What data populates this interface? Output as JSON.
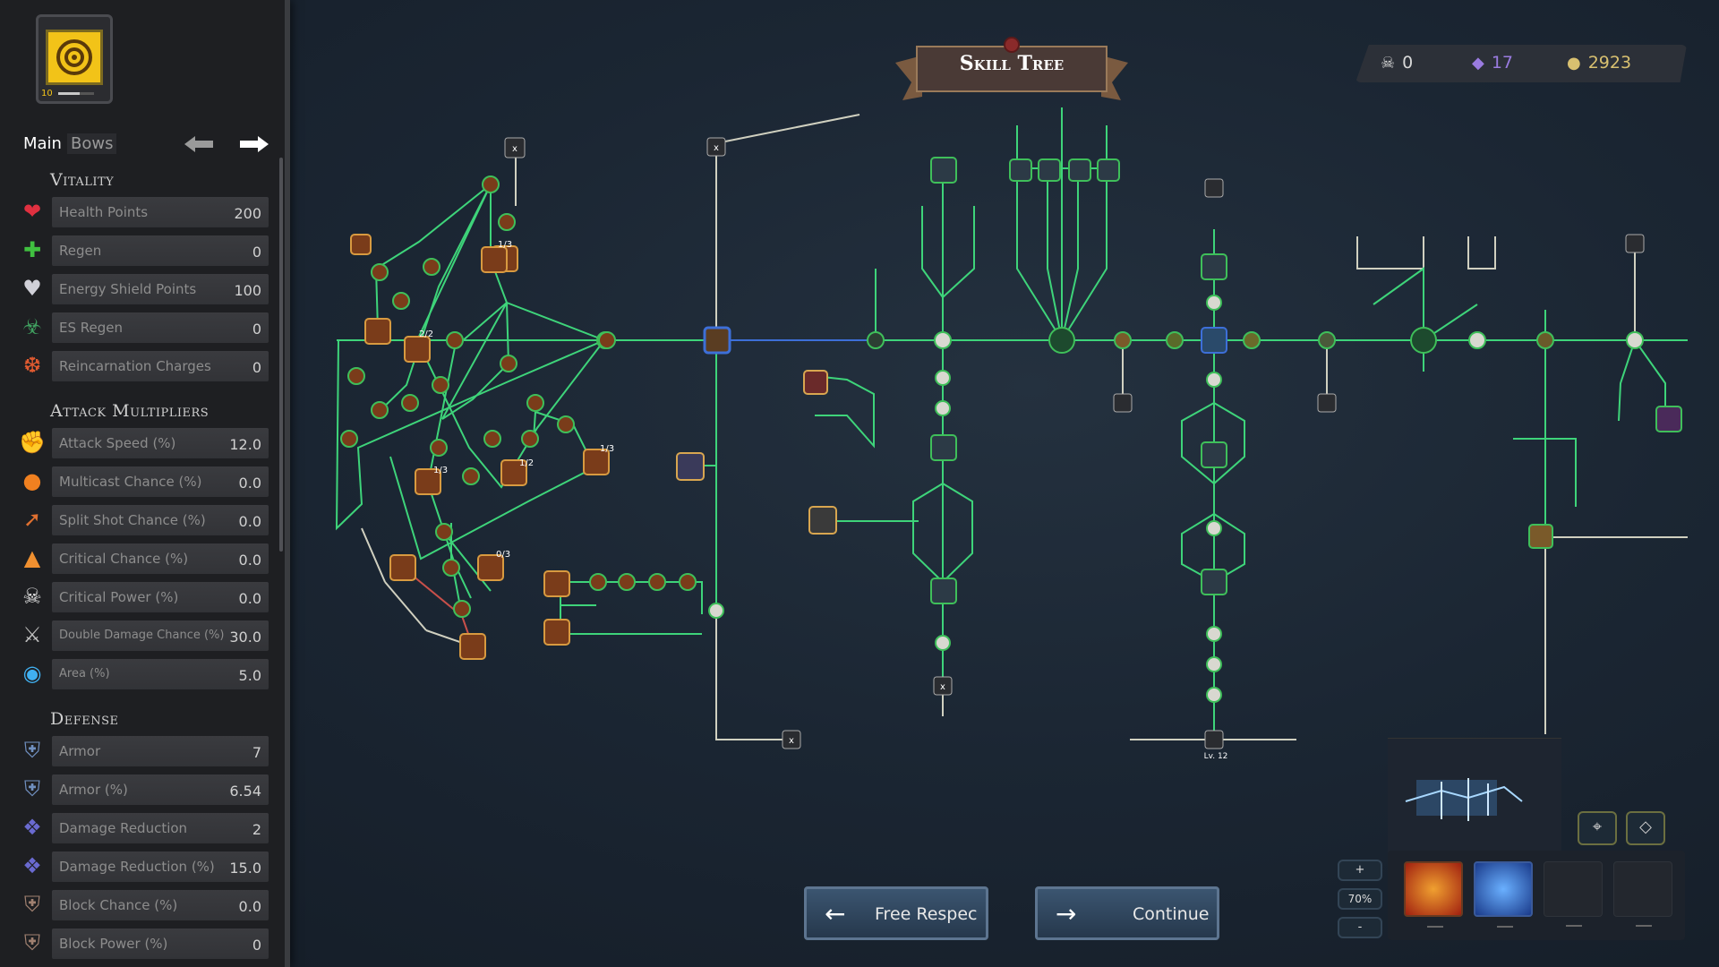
{
  "header": {
    "title": "Skill Tree"
  },
  "currency": [
    {
      "icon": "skull-icon",
      "value": "0",
      "color": "#d8d8d8"
    },
    {
      "icon": "crystal-icon",
      "value": "17",
      "color": "#9a7be0"
    },
    {
      "icon": "gold-icon",
      "value": "2923",
      "color": "#d8c070"
    }
  ],
  "sidebar": {
    "level": "10",
    "tabs": [
      {
        "label": "Main"
      },
      {
        "label": "Bows"
      }
    ],
    "sections": {
      "vitality": "Vitality",
      "attack": "Attack Multipliers",
      "defense": "Defense"
    },
    "vitality": [
      {
        "label": "Health Points",
        "value": "200",
        "icon": "heart-icon"
      },
      {
        "label": "Regen",
        "value": "0",
        "icon": "plus-icon"
      },
      {
        "label": "Energy Shield Points",
        "value": "100",
        "icon": "energy-shield-icon"
      },
      {
        "label": "ES Regen",
        "value": "0",
        "icon": "es-regen-icon"
      },
      {
        "label": "Reincarnation Charges",
        "value": "0",
        "icon": "phoenix-icon"
      }
    ],
    "attack": [
      {
        "label": "Attack Speed (%)",
        "value": "12.0",
        "icon": "fist-icon"
      },
      {
        "label": "Multicast Chance (%)",
        "value": "0.0",
        "icon": "fireballs-icon"
      },
      {
        "label": "Split Shot Chance (%)",
        "value": "0.0",
        "icon": "arrows-icon"
      },
      {
        "label": "Critical Chance (%)",
        "value": "0.0",
        "icon": "cone-icon"
      },
      {
        "label": "Critical Power (%)",
        "value": "0.0",
        "icon": "skull-icon"
      },
      {
        "label": "Double Damage Chance (%)",
        "value": "30.0",
        "icon": "crossed-swords-icon"
      },
      {
        "label": "Area (%)",
        "value": "5.0",
        "icon": "area-icon"
      }
    ],
    "defense": [
      {
        "label": "Armor",
        "value": "7",
        "icon": "armor-icon"
      },
      {
        "label": "Armor (%)",
        "value": "6.54",
        "icon": "armor-percent-icon"
      },
      {
        "label": "Damage Reduction",
        "value": "2",
        "icon": "damage-reduction-icon"
      },
      {
        "label": "Damage Reduction (%)",
        "value": "15.0",
        "icon": "damage-reduction-percent-icon"
      },
      {
        "label": "Block Chance (%)",
        "value": "0.0",
        "icon": "shield-block-icon"
      },
      {
        "label": "Block Power (%)",
        "value": "0",
        "icon": "block-power-icon"
      }
    ]
  },
  "tree": {
    "badges": [
      "2/2",
      "1/3",
      "1/3",
      "1/2",
      "1/3",
      "0/3"
    ],
    "lock_level": "Lv. 12",
    "node_colors": {
      "green": "#3fbf5a",
      "active_border": "#d8a650",
      "line": "#3ed47a",
      "neutral_line": "#d0d0c0",
      "blue_line": "#3d6fd8",
      "red_line": "#c8504a"
    }
  },
  "actions": {
    "respec_label": "Free Respec",
    "continue_label": "Continue"
  },
  "zoom": {
    "plus": "+",
    "level": "70%",
    "minus": "-"
  },
  "skillbar": {
    "slots": [
      {
        "icon": "fire-skill-icon",
        "filled": true
      },
      {
        "icon": "lightning-skill-icon",
        "filled": true
      },
      {
        "icon": "empty-slot-skull-icon",
        "filled": false
      },
      {
        "icon": "empty-slot-skull-icon",
        "filled": false
      }
    ]
  }
}
